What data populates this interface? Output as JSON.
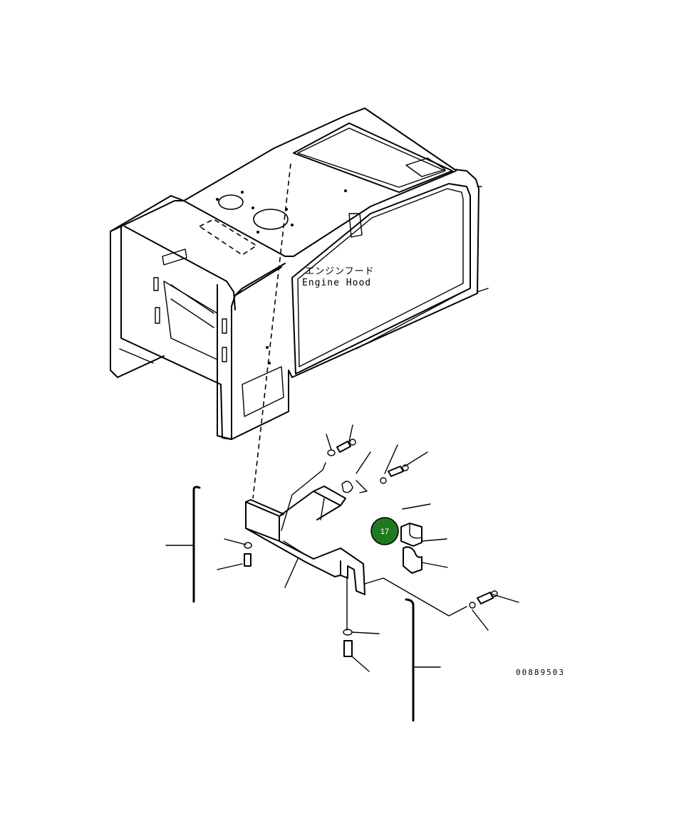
{
  "labels": {
    "hood_jp": "エンジンフード",
    "hood_en": "Engine Hood",
    "drawing_code": "00889503"
  },
  "callout": {
    "number": "17",
    "color": "#1f7a1f"
  },
  "icons": [
    "engine-hood-assembly",
    "bracket",
    "bolt",
    "washer",
    "clamp-block",
    "hose"
  ]
}
